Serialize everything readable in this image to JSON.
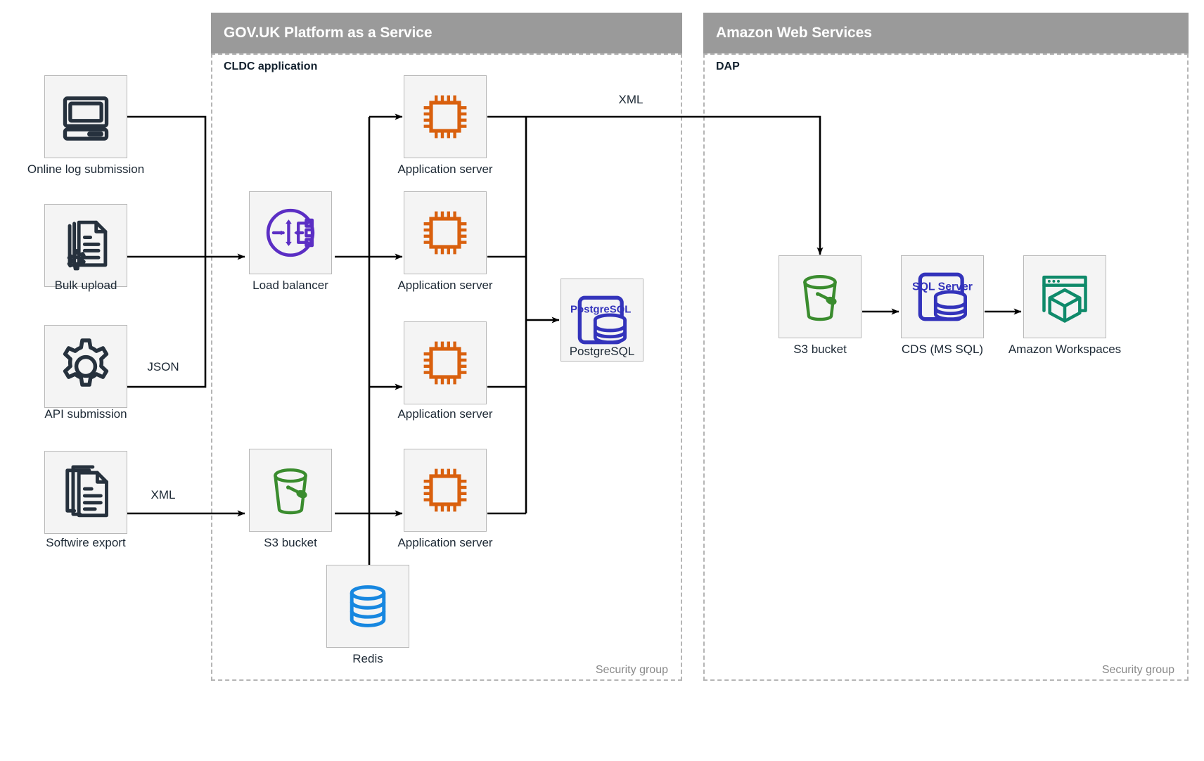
{
  "zones": [
    {
      "id": "paas",
      "title": "GOV.UK Platform as a Service",
      "sublabel": "CLDC application",
      "security_label": "Security group"
    },
    {
      "id": "aws",
      "title": "Amazon Web Services",
      "sublabel": "DAP",
      "security_label": "Security group"
    }
  ],
  "nodes": {
    "online_log": {
      "label": "Online log submission",
      "icon": "desktop-computer-icon",
      "color": "#26313d"
    },
    "bulk_upload": {
      "label": "Bulk upload",
      "icon": "document-gear-icon",
      "color": "#26313d"
    },
    "api_submission": {
      "label": "API submission",
      "icon": "gear-icon",
      "color": "#26313d"
    },
    "softwire_export": {
      "label": "Softwire export",
      "icon": "stacked-documents-icon",
      "color": "#26313d"
    },
    "load_balancer": {
      "label": "Load balancer",
      "icon": "load-balancer-icon",
      "color": "#5b2ec4"
    },
    "app_server_1": {
      "label": "Application server",
      "icon": "cpu-chip-icon",
      "color": "#d9600e"
    },
    "app_server_2": {
      "label": "Application server",
      "icon": "cpu-chip-icon",
      "color": "#d9600e"
    },
    "app_server_3": {
      "label": "Application server",
      "icon": "cpu-chip-icon",
      "color": "#d9600e"
    },
    "app_server_4": {
      "label": "Application server",
      "icon": "cpu-chip-icon",
      "color": "#d9600e"
    },
    "postgresql": {
      "label": "PostgreSQL",
      "icon": "postgresql-icon",
      "badge_text": "PostgreSQL",
      "color": "#3333bb"
    },
    "s3_paas": {
      "label": "S3 bucket",
      "icon": "s3-bucket-icon",
      "color": "#3a8c2e"
    },
    "redis": {
      "label": "Redis",
      "icon": "redis-database-icon",
      "color": "#1787e0"
    },
    "s3_aws": {
      "label": "S3 bucket",
      "icon": "s3-bucket-icon",
      "color": "#3a8c2e"
    },
    "cds": {
      "label": "CDS (MS SQL)",
      "icon": "sql-server-icon",
      "badge_text": "SQL Server",
      "color": "#3333bb"
    },
    "workspaces": {
      "label": "Amazon Workspaces",
      "icon": "amazon-workspaces-icon",
      "color": "#0f8a6a"
    }
  },
  "edge_labels": {
    "json": "JSON",
    "xml_softwire": "XML",
    "xml_to_aws": "XML"
  },
  "colors": {
    "zone_header_bg": "#9a9a9a",
    "zone_header_text": "#ffffff",
    "node_bg": "#f4f4f4",
    "node_border": "#b8b8b8",
    "dashed_border": "#b5b5b5",
    "connector": "#000000",
    "text": "#1d2935",
    "security_text": "#8a8a8a"
  }
}
